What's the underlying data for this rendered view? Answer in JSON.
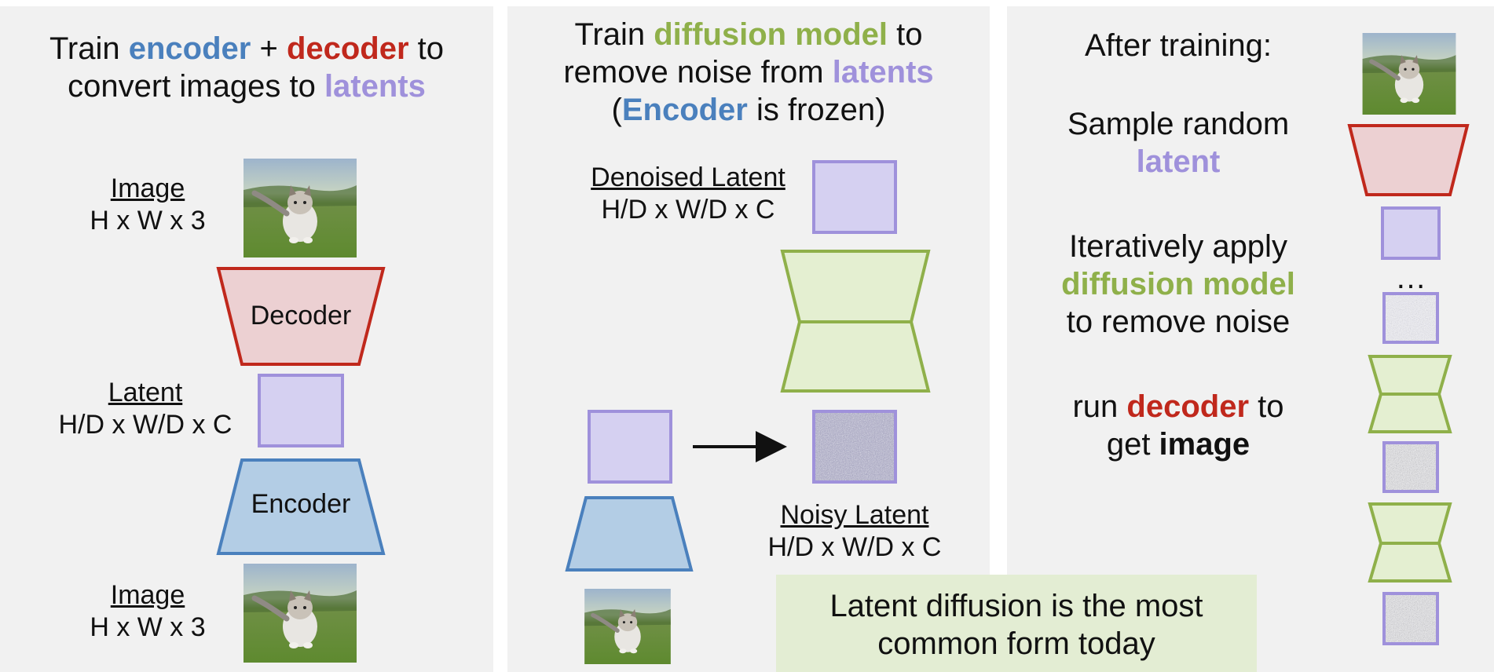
{
  "colors": {
    "encoder": "#4a80bd",
    "encoder_fill": "#b3cde5",
    "decoder": "#c0281c",
    "decoder_fill": "#ecd0d2",
    "latent": "#9f91db",
    "latent_fill": "#d5d0f1",
    "diffusion": "#8fb04a",
    "diffusion_fill": "#e4efd1",
    "panel_bg": "#f1f1f1",
    "banner_bg": "#e3edd3"
  },
  "panel1": {
    "title_line1_a": "Train ",
    "title_encoder": "encoder",
    "title_plus": " + ",
    "title_decoder": "decoder",
    "title_line1_b": " to",
    "title_line2_a": "convert images to ",
    "title_latents": "latents",
    "image_top_label": "Image",
    "image_top_dims": "H x W x 3",
    "decoder_label": "Decoder",
    "latent_label": "Latent",
    "latent_dims": "H/D x W/D x C",
    "encoder_label": "Encoder",
    "image_bottom_label": "Image",
    "image_bottom_dims": "H x W x 3"
  },
  "panel2": {
    "line1_a": "Train ",
    "line1_diffusion": "diffusion model",
    "line1_b": " to",
    "line2_a": "remove noise from ",
    "line2_latents": "latents",
    "line3_open": "(",
    "line3_encoder": "Encoder",
    "line3_b": " is frozen)",
    "denoised_label": "Denoised Latent",
    "denoised_dims": "H/D x W/D x C",
    "noisy_label": "Noisy Latent",
    "noisy_dims": "H/D x W/D x C"
  },
  "panel3": {
    "after": "After training:",
    "sample_line1": "Sample random",
    "sample_latent": "latent",
    "iter_line1": "Iteratively apply",
    "iter_diffusion": "diffusion model",
    "iter_line3": "to remove noise",
    "run_a": "run ",
    "run_decoder": "decoder",
    "run_b": " to",
    "get_a": "get ",
    "get_image": "image",
    "ellipsis": "…"
  },
  "banner": {
    "line1": "Latent diffusion is the most",
    "line2": "common form today"
  }
}
